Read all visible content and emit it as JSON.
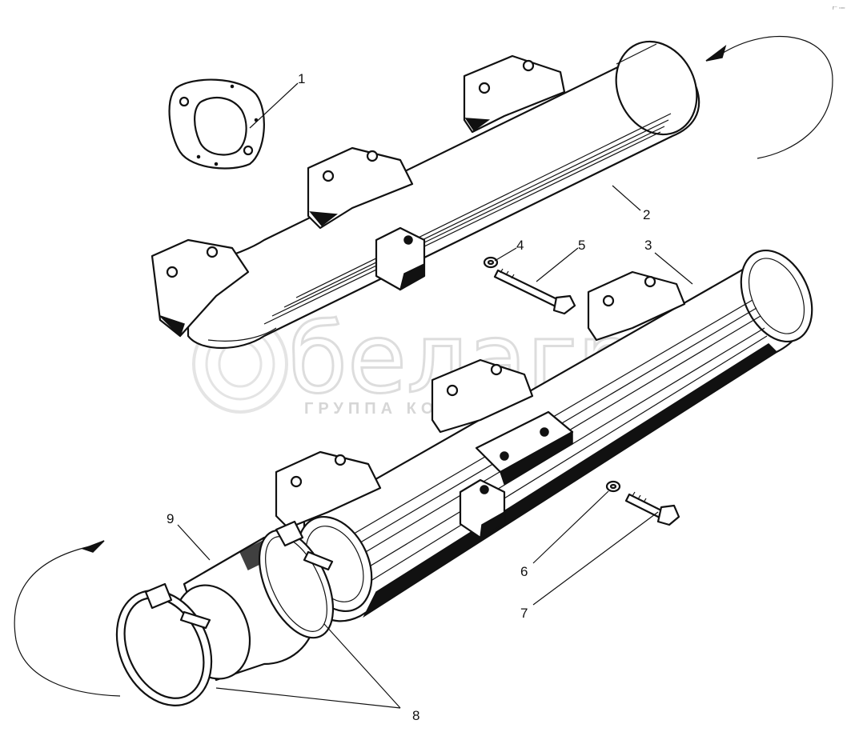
{
  "diagram": {
    "callouts": [
      {
        "id": "1",
        "label": "1"
      },
      {
        "id": "2",
        "label": "2"
      },
      {
        "id": "3",
        "label": "3"
      },
      {
        "id": "4",
        "label": "4"
      },
      {
        "id": "5",
        "label": "5"
      },
      {
        "id": "6",
        "label": "6"
      },
      {
        "id": "7",
        "label": "7"
      },
      {
        "id": "8",
        "label": "8"
      },
      {
        "id": "9",
        "label": "9"
      }
    ],
    "watermark": {
      "brand": "белагро",
      "subtitle": "ГРУППА КОМПАНИЙ"
    },
    "corner_mark": "r⁻ ▫▫▫"
  }
}
